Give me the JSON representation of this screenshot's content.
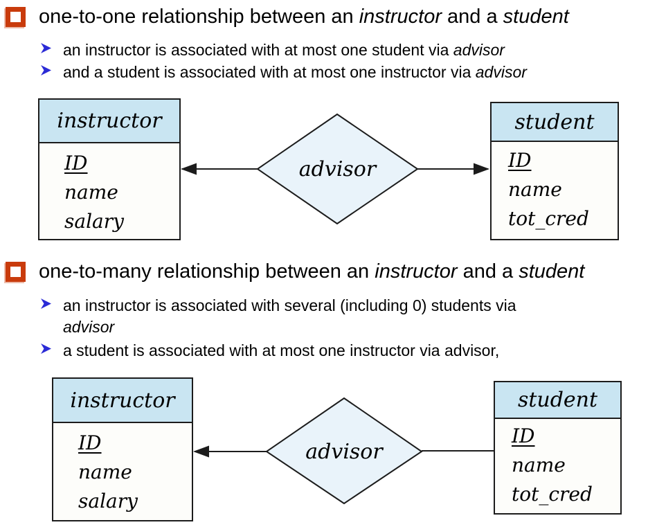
{
  "colors": {
    "background": "#ffffff",
    "text": "#000000",
    "bullet_square": "#c93b0c",
    "sub_bullet_arrow": "#2b2bd6",
    "entity_header_fill": "#c9e5f2",
    "entity_body_fill": "#fdfdfa",
    "diamond_fill": "#e9f3fa",
    "diagram_line": "#1c1c1c"
  },
  "bullets": [
    {
      "pre": "one-to-one relationship between an ",
      "italic1": "instructor",
      "mid": " and a ",
      "italic2": "student",
      "sub": [
        {
          "pre": "an instructor is associated with at most one student via ",
          "italic": "advisor"
        },
        {
          "pre": "and a student is associated with at most one instructor via ",
          "italic": "advisor"
        }
      ]
    },
    {
      "pre": "one-to-many relationship between an ",
      "italic1": "instructor",
      "mid": " and a ",
      "italic2": "student",
      "sub": [
        {
          "line1": "an instructor is associated with several (including 0) students  via",
          "line2_italic": "advisor"
        },
        {
          "text": "a student is associated with at most one instructor via advisor,"
        }
      ]
    }
  ],
  "diagrams": [
    {
      "cardinality": "one-to-one",
      "relationship": "advisor",
      "arrow_to_left": true,
      "arrow_to_right": true,
      "left_entity": {
        "name": "instructor",
        "attributes": [
          "ID",
          "name",
          "salary"
        ]
      },
      "right_entity": {
        "name": "student",
        "attributes": [
          "ID",
          "name",
          "tot_cred"
        ]
      }
    },
    {
      "cardinality": "one-to-many",
      "relationship": "advisor",
      "arrow_to_left": true,
      "arrow_to_right": false,
      "left_entity": {
        "name": "instructor",
        "attributes": [
          "ID",
          "name",
          "salary"
        ]
      },
      "right_entity": {
        "name": "student",
        "attributes": [
          "ID",
          "name",
          "tot_cred"
        ]
      }
    }
  ]
}
